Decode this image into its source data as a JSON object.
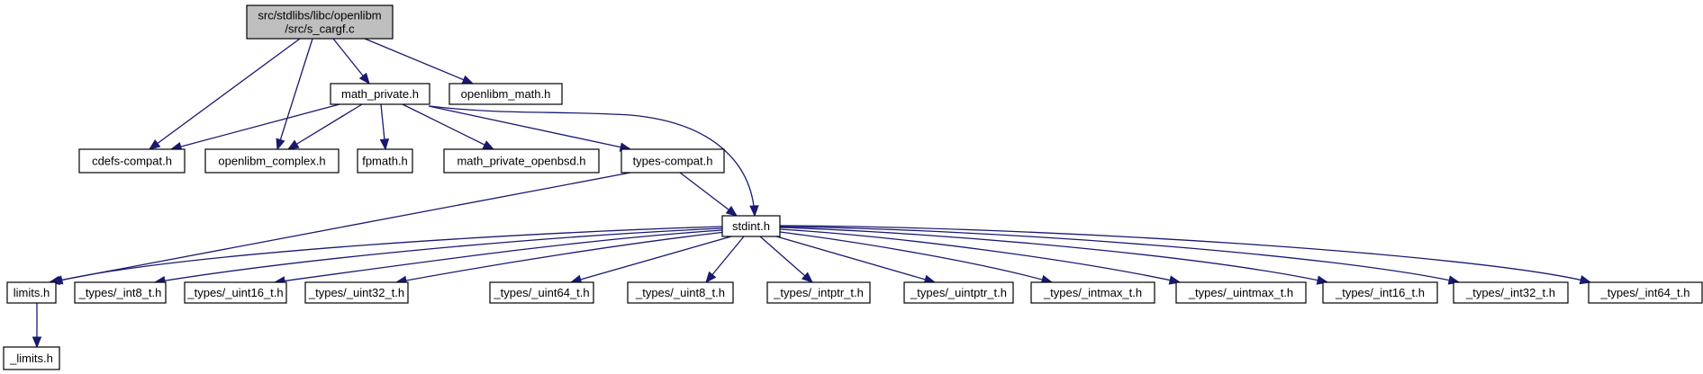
{
  "diagram": {
    "title": "Include dependency graph for s_cargf.c",
    "colors": {
      "edge": "#191970",
      "root_fill": "#bfbfbf",
      "node_fill": "#ffffff",
      "border": "#000000"
    },
    "nodes": [
      {
        "id": "root",
        "label_lines": [
          "src/stdlibs/libc/openlibm",
          "/src/s_cargf.c"
        ],
        "root": true
      },
      {
        "id": "math_private",
        "label_lines": [
          "math_private.h"
        ]
      },
      {
        "id": "openlibm_math",
        "label_lines": [
          "openlibm_math.h"
        ]
      },
      {
        "id": "cdefs_compat",
        "label_lines": [
          "cdefs-compat.h"
        ]
      },
      {
        "id": "openlibm_complex",
        "label_lines": [
          "openlibm_complex.h"
        ]
      },
      {
        "id": "fpmath",
        "label_lines": [
          "fpmath.h"
        ]
      },
      {
        "id": "math_private_openbsd",
        "label_lines": [
          "math_private_openbsd.h"
        ]
      },
      {
        "id": "types_compat",
        "label_lines": [
          "types-compat.h"
        ]
      },
      {
        "id": "stdint",
        "label_lines": [
          "stdint.h"
        ]
      },
      {
        "id": "limits",
        "label_lines": [
          "limits.h"
        ]
      },
      {
        "id": "int8",
        "label_lines": [
          "_types/_int8_t.h"
        ]
      },
      {
        "id": "uint16",
        "label_lines": [
          "_types/_uint16_t.h"
        ]
      },
      {
        "id": "uint32",
        "label_lines": [
          "_types/_uint32_t.h"
        ]
      },
      {
        "id": "uint64",
        "label_lines": [
          "_types/_uint64_t.h"
        ]
      },
      {
        "id": "uint8",
        "label_lines": [
          "_types/_uint8_t.h"
        ]
      },
      {
        "id": "intptr",
        "label_lines": [
          "_types/_intptr_t.h"
        ]
      },
      {
        "id": "uintptr",
        "label_lines": [
          "_types/_uintptr_t.h"
        ]
      },
      {
        "id": "intmax",
        "label_lines": [
          "_types/_intmax_t.h"
        ]
      },
      {
        "id": "uintmax",
        "label_lines": [
          "_types/_uintmax_t.h"
        ]
      },
      {
        "id": "int16",
        "label_lines": [
          "_types/_int16_t.h"
        ]
      },
      {
        "id": "int32",
        "label_lines": [
          "_types/_int32_t.h"
        ]
      },
      {
        "id": "int64",
        "label_lines": [
          "_types/_int64_t.h"
        ]
      },
      {
        "id": "_limits",
        "label_lines": [
          "_limits.h"
        ]
      }
    ],
    "edges": [
      [
        "root",
        "cdefs_compat"
      ],
      [
        "root",
        "openlibm_complex"
      ],
      [
        "root",
        "math_private"
      ],
      [
        "root",
        "openlibm_math"
      ],
      [
        "math_private",
        "cdefs_compat"
      ],
      [
        "math_private",
        "openlibm_complex"
      ],
      [
        "math_private",
        "fpmath"
      ],
      [
        "math_private",
        "math_private_openbsd"
      ],
      [
        "math_private",
        "types_compat"
      ],
      [
        "math_private",
        "stdint"
      ],
      [
        "types_compat",
        "limits"
      ],
      [
        "types_compat",
        "stdint"
      ],
      [
        "stdint",
        "limits"
      ],
      [
        "stdint",
        "int8"
      ],
      [
        "stdint",
        "uint16"
      ],
      [
        "stdint",
        "uint32"
      ],
      [
        "stdint",
        "uint64"
      ],
      [
        "stdint",
        "uint8"
      ],
      [
        "stdint",
        "intptr"
      ],
      [
        "stdint",
        "uintptr"
      ],
      [
        "stdint",
        "intmax"
      ],
      [
        "stdint",
        "uintmax"
      ],
      [
        "stdint",
        "int16"
      ],
      [
        "stdint",
        "int32"
      ],
      [
        "stdint",
        "int64"
      ],
      [
        "limits",
        "_limits"
      ]
    ]
  }
}
